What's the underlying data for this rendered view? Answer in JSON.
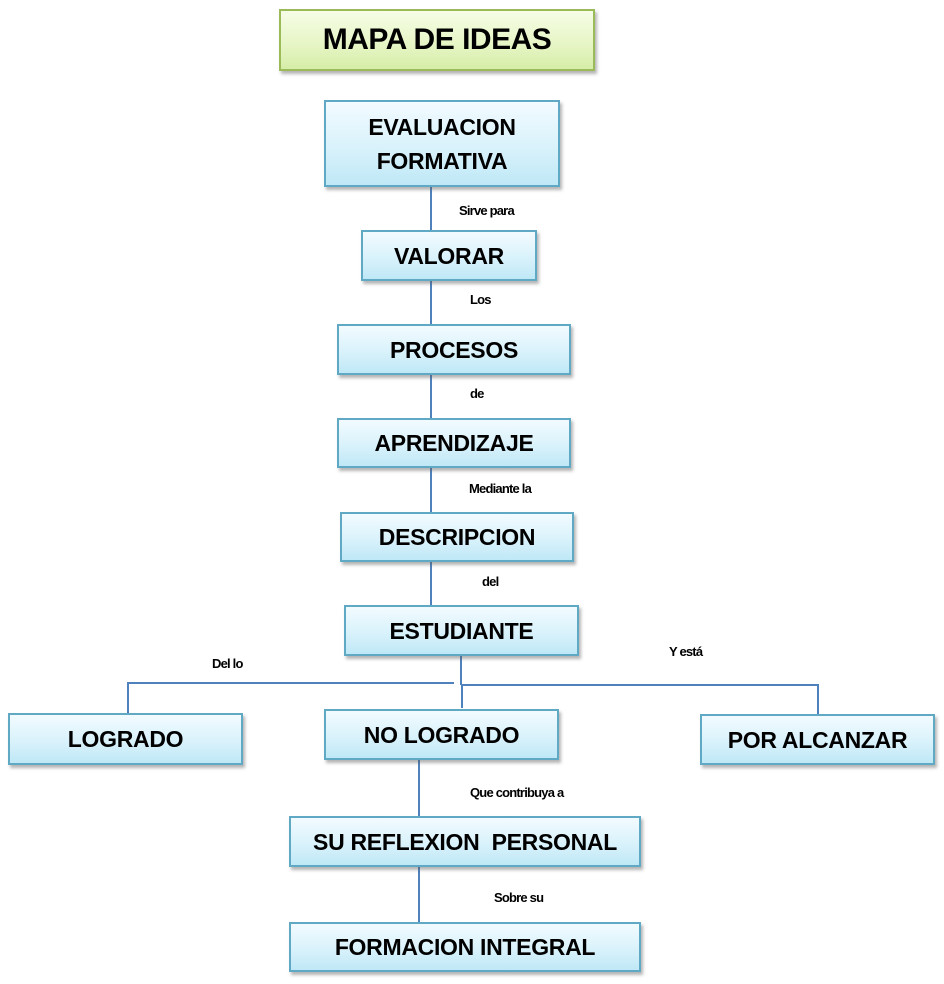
{
  "title": "MAPA DE IDEAS",
  "nodes": {
    "evaluacion": "EVALUACION FORMATIVA",
    "valorar": "VALORAR",
    "procesos": "PROCESOS",
    "aprendizaje": "APRENDIZAJE",
    "descripcion": "DESCRIPCION",
    "estudiante": "ESTUDIANTE",
    "logrado": "LOGRADO",
    "no_logrado": "NO LOGRADO",
    "por_alcanzar": "POR ALCANZAR",
    "reflexion": "SU REFLEXION  PERSONAL",
    "formacion": "FORMACION INTEGRAL"
  },
  "connectors": {
    "sirve_para": "Sirve para",
    "los": "Los",
    "de": "de",
    "mediante_la": "Mediante la",
    "del": "del",
    "del_lo": "Del  lo",
    "y_esta": "Y está",
    "que_contribuya": "Que contribuya a",
    "sobre_su": "Sobre su"
  },
  "colors": {
    "node_border": "#5fa9c4",
    "node_fill": "#d9f2fb",
    "title_border": "#9bbb59",
    "title_fill": "#e6f5c4",
    "line": "#4f81bd"
  }
}
